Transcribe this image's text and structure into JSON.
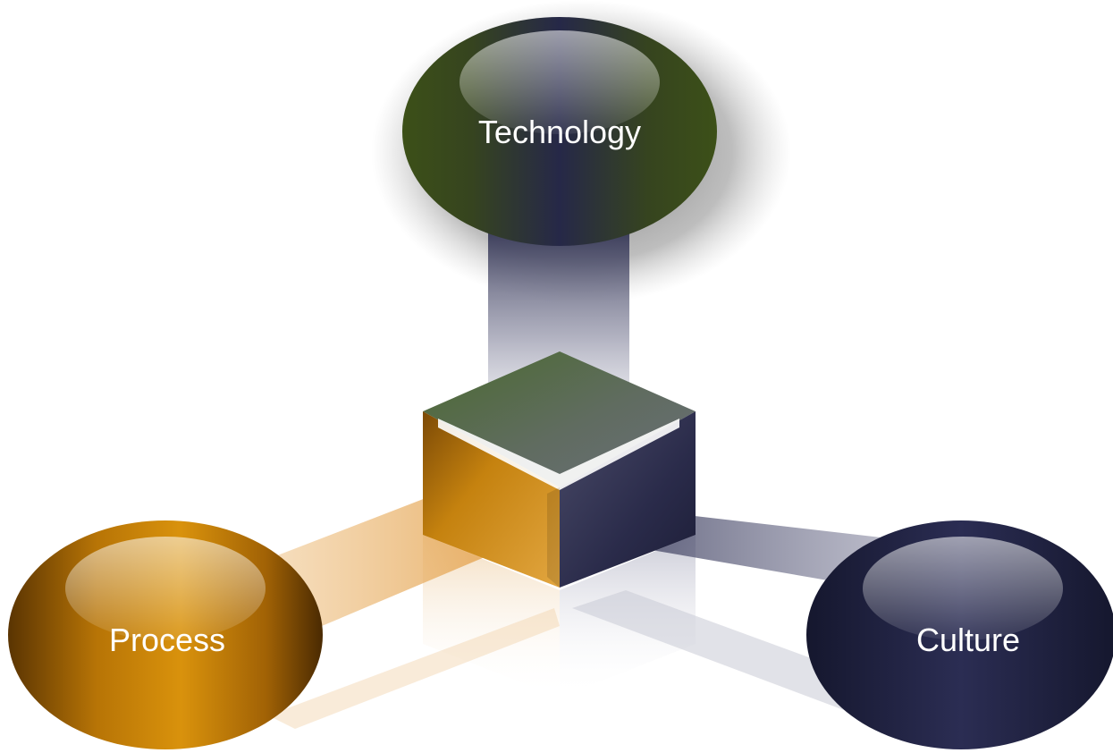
{
  "diagram": {
    "nodes": {
      "technology": {
        "label": "Technology"
      },
      "process": {
        "label": "Process"
      },
      "culture": {
        "label": "Culture"
      }
    }
  }
}
